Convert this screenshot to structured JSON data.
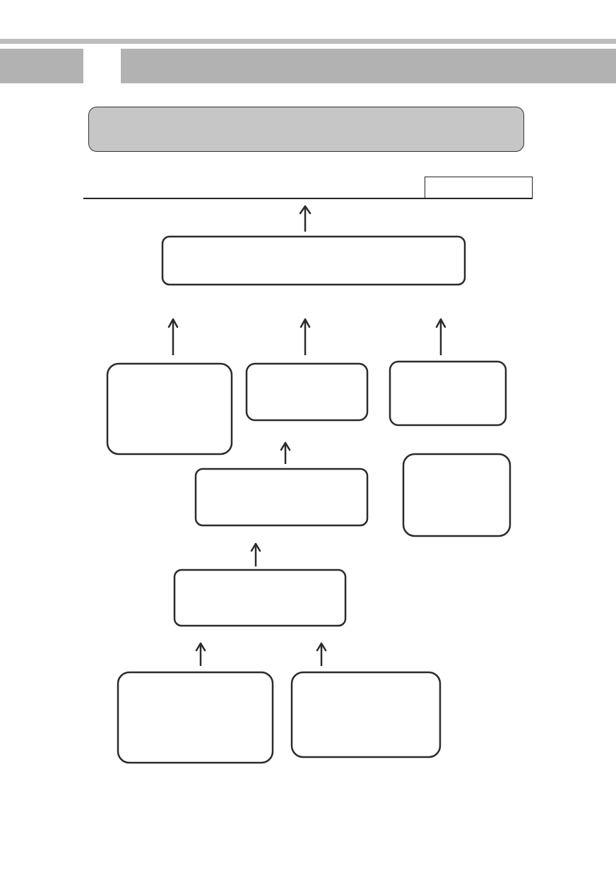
{
  "header": {
    "band_color": "#b2b2b2",
    "rule_color": "#bdbdbd"
  },
  "banner": {
    "fill_color": "#c6c6c6",
    "text": ""
  },
  "section_label": "",
  "diagram": {
    "stroke_color": "#2b2b2b",
    "nodes": [
      {
        "id": "top-box",
        "label": ""
      },
      {
        "id": "mid-left-box",
        "label": ""
      },
      {
        "id": "mid-center-box",
        "label": ""
      },
      {
        "id": "mid-right-box",
        "label": ""
      },
      {
        "id": "center-box",
        "label": ""
      },
      {
        "id": "right-standalone-box",
        "label": ""
      },
      {
        "id": "lower-box",
        "label": ""
      },
      {
        "id": "bottom-left-box",
        "label": ""
      },
      {
        "id": "bottom-right-box",
        "label": ""
      }
    ],
    "edges": [
      {
        "from": "top-box",
        "to": "section-rule"
      },
      {
        "from": "mid-left-box",
        "to": "top-box"
      },
      {
        "from": "mid-center-box",
        "to": "top-box"
      },
      {
        "from": "mid-right-box",
        "to": "top-box"
      },
      {
        "from": "center-box",
        "to": "mid-center-box"
      },
      {
        "from": "lower-box",
        "to": "center-box"
      },
      {
        "from": "bottom-left-box",
        "to": "lower-box"
      },
      {
        "from": "bottom-right-box",
        "to": "lower-box"
      }
    ]
  }
}
